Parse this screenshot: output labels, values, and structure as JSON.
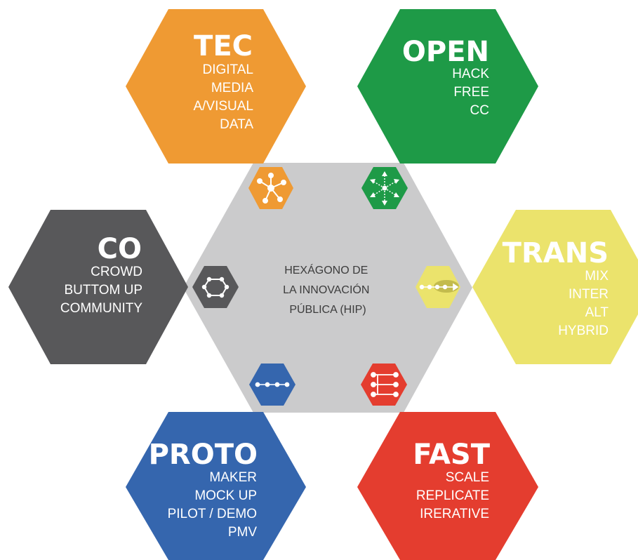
{
  "center": {
    "lines": [
      "HEXÁGONO DE",
      "LA INNOVACIÓN",
      "PÚBLICA (HIP)"
    ],
    "color": "#cbcbcc"
  },
  "hexagons": [
    {
      "key": "tec",
      "title": "TEC",
      "items": [
        "DIGITAL",
        "MEDIA",
        "A/VISUAL",
        "DATA"
      ],
      "color": "#ef9a33",
      "text_color": "#ffffff",
      "icon": "star-network-icon"
    },
    {
      "key": "open",
      "title": "OPEN",
      "items": [
        "HACK",
        "FREE",
        "CC"
      ],
      "color": "#1e9a47",
      "text_color": "#ffffff",
      "icon": "radiating-arrows-icon"
    },
    {
      "key": "co",
      "title": "CO",
      "items": [
        "CROWD",
        "BUTTOM UP",
        "COMMUNITY"
      ],
      "color": "#58585a",
      "text_color": "#ffffff",
      "icon": "ring-network-icon"
    },
    {
      "key": "trans",
      "title": "TRANS",
      "items": [
        "MIX",
        "INTER",
        "ALT",
        "HYBRID"
      ],
      "color": "#ebe36c",
      "text_color": "#ffffff",
      "icon": "chain-arrow-icon"
    },
    {
      "key": "proto",
      "title": "PROTO",
      "items": [
        "MAKER",
        "MOCK UP",
        "PILOT / DEMO",
        "PMV"
      ],
      "color": "#3566ae",
      "text_color": "#ffffff",
      "icon": "linear-chain-icon"
    },
    {
      "key": "fast",
      "title": "FAST",
      "items": [
        "SCALE",
        "REPLICATE",
        "IRERATIVE"
      ],
      "color": "#e43d2f",
      "text_color": "#ffffff",
      "icon": "iteration-flow-icon"
    }
  ]
}
